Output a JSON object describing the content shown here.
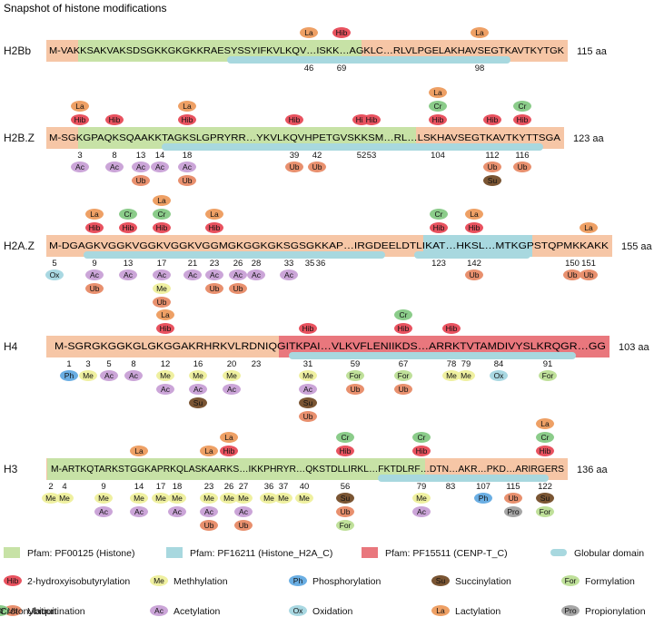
{
  "title": "Snapshot of histone modifications",
  "colors": {
    "peach": "#f6c6a6",
    "green": "#c7e2a6",
    "teal": "#a8d8df",
    "red": "#e9777d",
    "Hib": "#e8525f",
    "Me": "#eff0a0",
    "Ph": "#6aaee3",
    "Su": "#7a5533",
    "For": "#bfe09a",
    "Ub": "#e8906e",
    "Ac": "#cba5d8",
    "Ox": "#a9d8e2",
    "La": "#eea065",
    "Pro": "#a6a6a6",
    "Cr": "#8bcc8a"
  },
  "histones": [
    {
      "name": "H2Bb",
      "length": "115 aa",
      "sequence": "M-VAKKSAKVAKSDSGKKGKGKKRAESYSSYIFKVLKQV…ISKK…AGKLC…RLVLPGELAKHAVSEGTKAVTKYTGK",
      "sites": [
        {
          "num": "46",
          "pos": "K46",
          "top": [
            "La"
          ],
          "bottom": []
        },
        {
          "num": "69",
          "pos": "K69",
          "top": [
            "Hib"
          ],
          "bottom": []
        },
        {
          "num": "98",
          "pos": "K98",
          "top": [
            "La"
          ],
          "bottom": []
        }
      ]
    },
    {
      "name": "H2B.Z",
      "length": "123 aa",
      "sequence": "M-SGKGPAQKSQAAKKTAGKSLGPRYRR…YKVLKQVHPETGVSKKSM…RL…LSKHAVSEGTKAVTKYTTSGA",
      "sites": [
        {
          "num": "3",
          "top": [
            "La",
            "Hib"
          ],
          "bottom": [
            "Ac"
          ]
        },
        {
          "num": "8",
          "top": [
            "Hib"
          ],
          "bottom": [
            "Ac"
          ]
        },
        {
          "num": "13",
          "top": [],
          "bottom": [
            "Ac",
            "Ub"
          ]
        },
        {
          "num": "14",
          "top": [],
          "bottom": [
            "Ac"
          ]
        },
        {
          "num": "18",
          "top": [
            "La",
            "Hib"
          ],
          "bottom": [
            "Ac",
            "Ub"
          ]
        },
        {
          "num": "39",
          "top": [
            "Hib"
          ],
          "bottom": [
            "Ub"
          ]
        },
        {
          "num": "42",
          "top": [],
          "bottom": [
            "Ub"
          ]
        },
        {
          "num": "52",
          "top": [
            "Hib"
          ],
          "bottom": []
        },
        {
          "num": "53",
          "top": [
            "Hib"
          ],
          "bottom": []
        },
        {
          "num": "104",
          "top": [
            "La",
            "Cr",
            "Hib"
          ],
          "bottom": []
        },
        {
          "num": "112",
          "top": [
            "Hib"
          ],
          "bottom": [
            "Ub",
            "Su"
          ]
        },
        {
          "num": "116",
          "top": [
            "Cr",
            "Hib"
          ],
          "bottom": [
            "Ub"
          ]
        }
      ]
    },
    {
      "name": "H2A.Z",
      "length": "155 aa",
      "sequence": "M-DGAGKVGGKVGGKVGGKVGGMGKGGKGKSGSGKKAP…IRGDEELDTLIKAT…HKSL…MTKGPSTQPMKKAKK",
      "sites": [
        {
          "num": "5",
          "top": [],
          "bottom": [
            "Ox"
          ]
        },
        {
          "num": "9",
          "top": [
            "La",
            "Hib"
          ],
          "bottom": [
            "Ac",
            "Ub"
          ]
        },
        {
          "num": "13",
          "top": [
            "Cr",
            "Hib"
          ],
          "bottom": [
            "Ac"
          ]
        },
        {
          "num": "17",
          "top": [
            "La",
            "Cr",
            "Hib"
          ],
          "bottom": [
            "Ac",
            "Me",
            "Ub"
          ]
        },
        {
          "num": "21",
          "top": [],
          "bottom": [
            "Ac"
          ]
        },
        {
          "num": "23",
          "top": [
            "La",
            "Hib"
          ],
          "bottom": [
            "Ac",
            "Ub"
          ]
        },
        {
          "num": "26",
          "top": [],
          "bottom": [
            "Ac",
            "Ub"
          ]
        },
        {
          "num": "28",
          "top": [],
          "bottom": [
            "Ac"
          ]
        },
        {
          "num": "33",
          "top": [],
          "bottom": [
            "Ac"
          ]
        },
        {
          "num": "35",
          "top": [],
          "bottom": []
        },
        {
          "num": "36",
          "top": [],
          "bottom": []
        },
        {
          "num": "123",
          "top": [
            "Cr",
            "Hib"
          ],
          "bottom": []
        },
        {
          "num": "142",
          "top": [
            "La",
            "Hib"
          ],
          "bottom": [
            "Ub"
          ]
        },
        {
          "num": "150",
          "top": [],
          "bottom": [
            "Ub"
          ]
        },
        {
          "num": "151",
          "top": [
            "La"
          ],
          "bottom": [
            "Ub"
          ]
        }
      ]
    },
    {
      "name": "H4",
      "length": "103 aa",
      "sequence": "M-SGRGKGGKGLGKGGAKRHRKVLRDNIQGITKPAI…VLKVFLENIIKDS…ARRKTVTAMDIVYSLKRQGR…GG",
      "sites": [
        {
          "num": "1",
          "top": [],
          "bottom": [
            "Ph"
          ]
        },
        {
          "num": "3",
          "top": [],
          "bottom": [
            "Me"
          ]
        },
        {
          "num": "5",
          "top": [],
          "bottom": [
            "Ac"
          ]
        },
        {
          "num": "8",
          "top": [],
          "bottom": [
            "Ac"
          ]
        },
        {
          "num": "12",
          "top": [
            "La",
            "Hib"
          ],
          "bottom": [
            "Me",
            "Ac"
          ]
        },
        {
          "num": "16",
          "top": [],
          "bottom": [
            "Me",
            "Ac",
            "Su"
          ]
        },
        {
          "num": "20",
          "top": [],
          "bottom": [
            "Me",
            "Ac"
          ]
        },
        {
          "num": "23",
          "top": [],
          "bottom": []
        },
        {
          "num": "31",
          "top": [
            "Hib"
          ],
          "bottom": [
            "Me",
            "Ac",
            "Su",
            "Ub"
          ]
        },
        {
          "num": "59",
          "top": [],
          "bottom": [
            "For",
            "Ub"
          ]
        },
        {
          "num": "67",
          "top": [
            "Cr",
            "Hib"
          ],
          "bottom": [
            "For",
            "Ub"
          ]
        },
        {
          "num": "78",
          "top": [
            "Hib"
          ],
          "bottom": [
            "Me"
          ]
        },
        {
          "num": "79",
          "top": [],
          "bottom": [
            "Me"
          ]
        },
        {
          "num": "84",
          "top": [],
          "bottom": [
            "Ox"
          ]
        },
        {
          "num": "91",
          "top": [],
          "bottom": [
            "For"
          ]
        }
      ]
    },
    {
      "name": "H3",
      "length": "136 aa",
      "sequence": "M-ARTKQTARKSTGGKAPRKQLASKAARKS…IKKPHRYR…QKSTDLLIRKL…FKTDLRF…DTN…AKR…PKD…ARIRGERS",
      "sites": [
        {
          "num": "2",
          "top": [],
          "bottom": [
            "Me"
          ]
        },
        {
          "num": "4",
          "top": [],
          "bottom": [
            "Me"
          ]
        },
        {
          "num": "9",
          "top": [],
          "bottom": [
            "Me",
            "Ac"
          ]
        },
        {
          "num": "14",
          "top": [
            "La"
          ],
          "bottom": [
            "Me",
            "Ac"
          ]
        },
        {
          "num": "17",
          "top": [],
          "bottom": [
            "Me"
          ]
        },
        {
          "num": "18",
          "top": [],
          "bottom": [
            "Me",
            "Ac"
          ]
        },
        {
          "num": "23",
          "top": [
            "La"
          ],
          "bottom": [
            "Me",
            "Ac",
            "Ub"
          ]
        },
        {
          "num": "26",
          "top": [
            "La",
            "Hib"
          ],
          "bottom": [
            "Me"
          ]
        },
        {
          "num": "27",
          "top": [],
          "bottom": [
            "Me",
            "Ac",
            "Ub"
          ]
        },
        {
          "num": "36",
          "top": [],
          "bottom": [
            "Me"
          ]
        },
        {
          "num": "37",
          "top": [],
          "bottom": [
            "Me"
          ]
        },
        {
          "num": "40",
          "top": [],
          "bottom": [
            "Me"
          ]
        },
        {
          "num": "56",
          "top": [
            "Cr",
            "Hib"
          ],
          "bottom": [
            "Su",
            "Ub",
            "For"
          ]
        },
        {
          "num": "79",
          "top": [
            "Cr",
            "Hib"
          ],
          "bottom": [
            "Me",
            "Ac"
          ]
        },
        {
          "num": "83",
          "top": [],
          "bottom": []
        },
        {
          "num": "107",
          "top": [],
          "bottom": [
            "Ph"
          ]
        },
        {
          "num": "115",
          "top": [],
          "bottom": [
            "Ub",
            "Pro"
          ]
        },
        {
          "num": "122",
          "top": [
            "La",
            "Cr",
            "Hib"
          ],
          "bottom": [
            "Su",
            "For"
          ]
        }
      ]
    }
  ],
  "legend": {
    "domains": [
      {
        "key": "green",
        "label": "Pfam: PF00125 (Histone)"
      },
      {
        "key": "teal",
        "label": "Pfam: PF16211 (Histone_H2A_C)"
      },
      {
        "key": "red",
        "label": "Pfam: PF15511 (CENP-T_C)"
      },
      {
        "key": "globular",
        "label": "Globular domain"
      }
    ],
    "mods": [
      {
        "abbr": "Hib",
        "label": "2-hydroxyisobutyrylation"
      },
      {
        "abbr": "Me",
        "label": "Methhylation"
      },
      {
        "abbr": "Ph",
        "label": "Phosphorylation"
      },
      {
        "abbr": "Su",
        "label": "Succinylation"
      },
      {
        "abbr": "For",
        "label": "Formylation"
      },
      {
        "abbr": "Ub",
        "label": "Ubiquitination"
      },
      {
        "abbr": "Ac",
        "label": "Acetylation"
      },
      {
        "abbr": "Ox",
        "label": "Oxidation"
      },
      {
        "abbr": "La",
        "label": "Lactylation"
      },
      {
        "abbr": "Pro",
        "label": "Propionylation"
      },
      {
        "abbr": "Cr",
        "label": "Crotonylation"
      }
    ]
  }
}
